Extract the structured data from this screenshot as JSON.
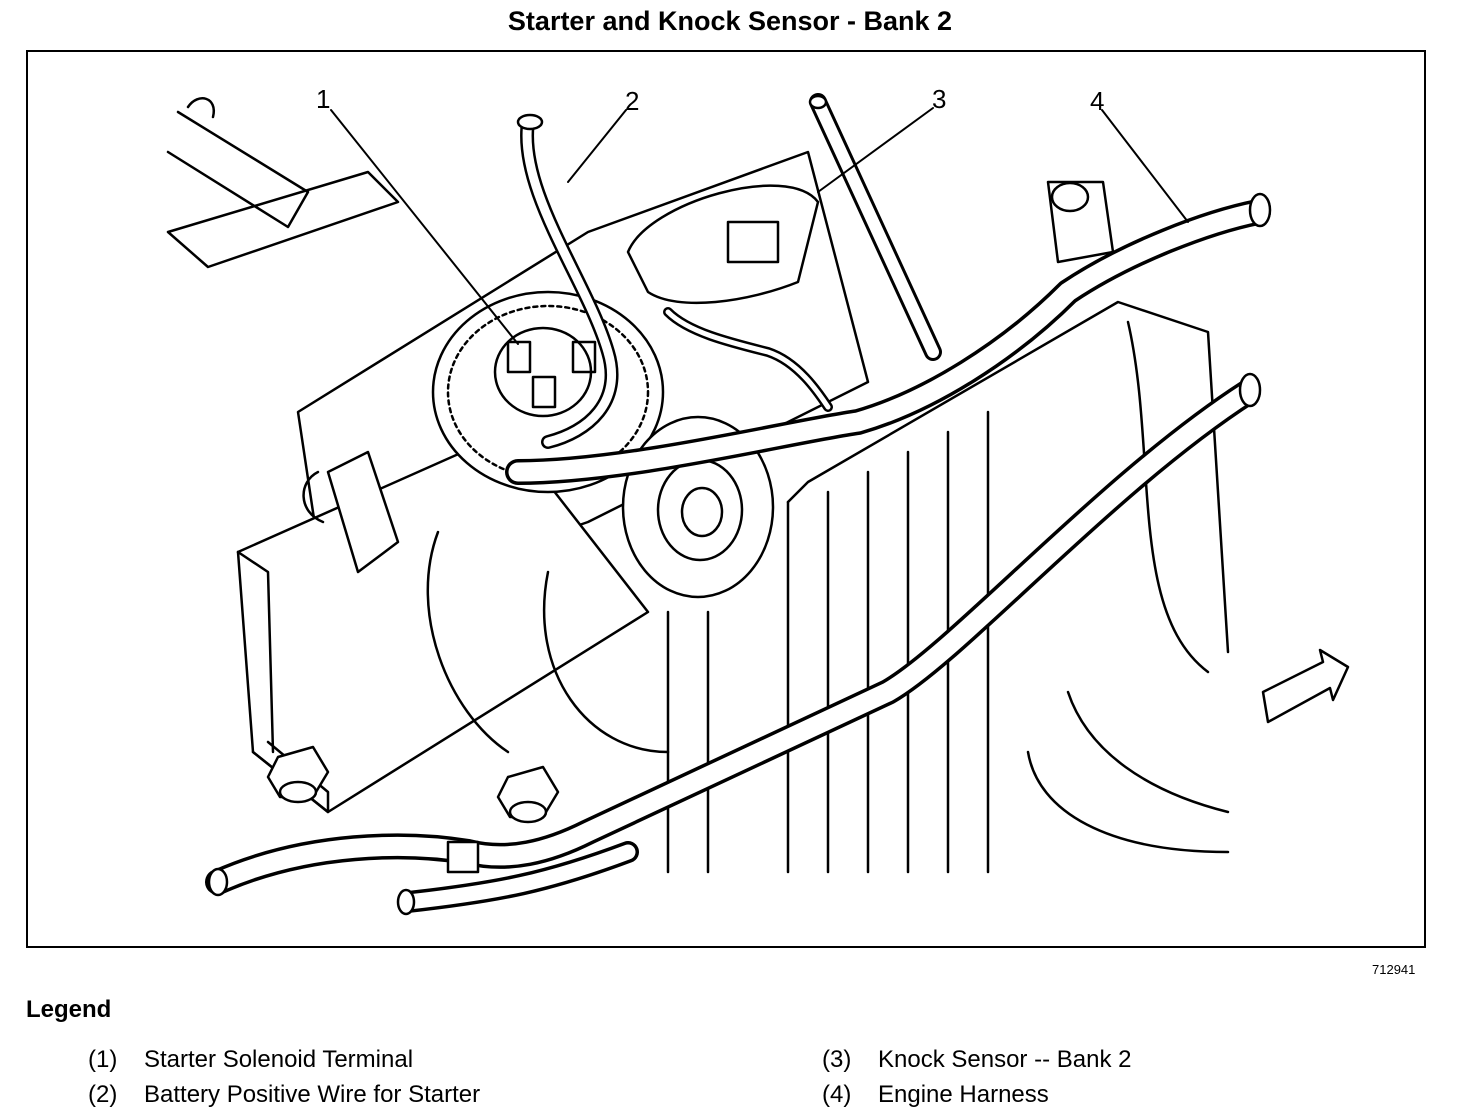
{
  "title": "Starter and Knock Sensor - Bank 2",
  "callouts": [
    "1",
    "2",
    "3",
    "4"
  ],
  "figure_id": "712941",
  "legend": {
    "heading": "Legend",
    "items": [
      {
        "num": "(1)",
        "label": "Starter Solenoid Terminal"
      },
      {
        "num": "(2)",
        "label": "Battery Positive Wire for Starter"
      },
      {
        "num": "(3)",
        "label": "Knock Sensor -- Bank 2"
      },
      {
        "num": "(4)",
        "label": "Engine Harness"
      }
    ]
  }
}
